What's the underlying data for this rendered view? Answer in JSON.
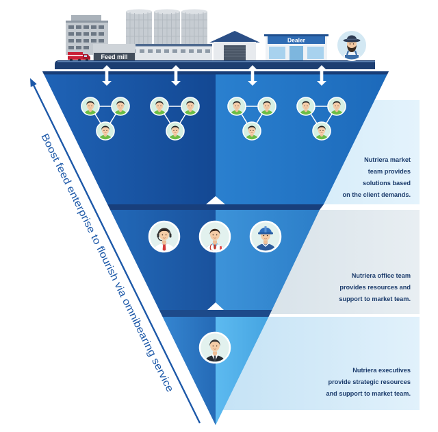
{
  "scene": {
    "feed_mill_label": "Feed mill",
    "dealer_label": "Dealer"
  },
  "side_arrow": {
    "label": "Boost feed enterprise to flourish via omnibearing service"
  },
  "tiers": [
    {
      "lines": [
        "Nutriera market",
        "team provides",
        "solutions based",
        "on the client demands."
      ]
    },
    {
      "lines": [
        "Nutriera office team",
        "provides resources and",
        "support to market team."
      ]
    },
    {
      "lines": [
        "Nutriera executives",
        "provide strategic resources",
        "and support to market team."
      ]
    }
  ],
  "colors": {
    "pyramid_blue": "#1c5eae",
    "panel_light_blue": "#d6edf9",
    "text_navy": "#1b3b6b",
    "ground_bar_navy": "#1d3e71"
  }
}
